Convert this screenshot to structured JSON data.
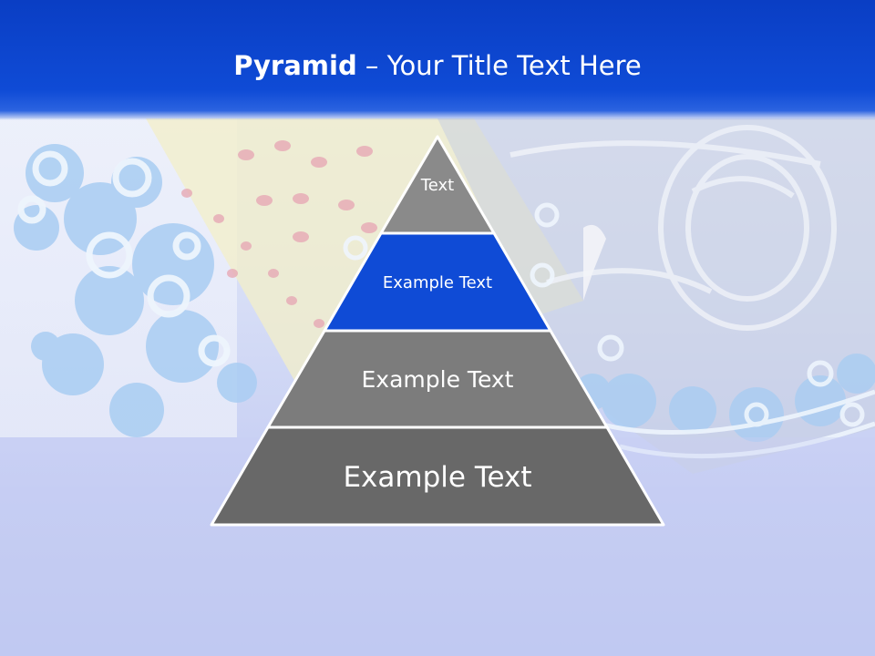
{
  "slide": {
    "title_bold": "Pyramid",
    "title_rest": " – Your Title Text Here"
  },
  "pyramid": {
    "tiers": [
      {
        "label": "Text",
        "color": "#8a8a8a"
      },
      {
        "label": "Example Text",
        "color": "#0f4bd6"
      },
      {
        "label": "Example Text",
        "color": "#7c7c7c"
      },
      {
        "label": "Example Text",
        "color": "#686868"
      }
    ]
  },
  "colors": {
    "title_bar": "#0f4bd6",
    "background": "#c5cdf3",
    "outline": "#ffffff"
  }
}
